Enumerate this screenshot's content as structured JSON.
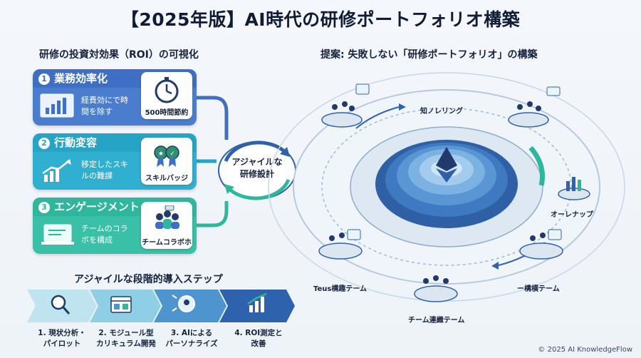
{
  "title": "【2025年版】AI時代の研修ポートフォリオ構築",
  "left_section": {
    "title": "研修の投資対効果（ROI）の可視化",
    "cards": [
      {
        "num": "1",
        "title": "業務効率化",
        "text": "経費効にで時間を除す",
        "badge": "500時間節約",
        "color": "#3f6fc4"
      },
      {
        "num": "2",
        "title": "行動変容",
        "text": "移定したスキルの難課",
        "badge": "スキルバッジ",
        "color": "#25a4c6"
      },
      {
        "num": "3",
        "title": "エンゲージメント",
        "text": "チームのコラボを構成",
        "badge": "チームコラボホ",
        "color": "#2fb79e"
      }
    ],
    "center": {
      "line1": "アジャイルな",
      "line2": "研修設計"
    }
  },
  "right_section": {
    "title": "提案: 失敗しない「研修ポートフォリオ」の構築",
    "labels": {
      "top": "知ノレリング",
      "right": "オーレナップ",
      "bottom_left": "Teus構趣テーム",
      "bottom_right": "ー構横テーム",
      "bottom": "チーム連織テーム"
    }
  },
  "steps_section": {
    "title": "アジャイルな段階的導入ステップ",
    "steps": [
      {
        "line1": "1. 現状分析・",
        "line2": "パイロット",
        "color": "#bfe3ef"
      },
      {
        "line1": "2. モジュール型",
        "line2": "カリキュラム開発",
        "color": "#8fcfe6"
      },
      {
        "line1": "3. AIによる",
        "line2": "パーソナライズ",
        "color": "#4e95cf"
      },
      {
        "line1": "4. ROI測定と",
        "line2": "改善",
        "color": "#2f62ad"
      }
    ]
  },
  "copyright": "© 2025 AI KnowledgeFlow",
  "icons": [
    "stopwatch-icon",
    "dashboard-icon",
    "rising-chart-icon",
    "award-badge-icon",
    "laptop-icon",
    "team-icon",
    "magnifier-icon",
    "module-window-icon",
    "ai-head-icon",
    "bar-chart-icon",
    "ethereum-crystal-icon",
    "cycle-arrows-icon"
  ]
}
